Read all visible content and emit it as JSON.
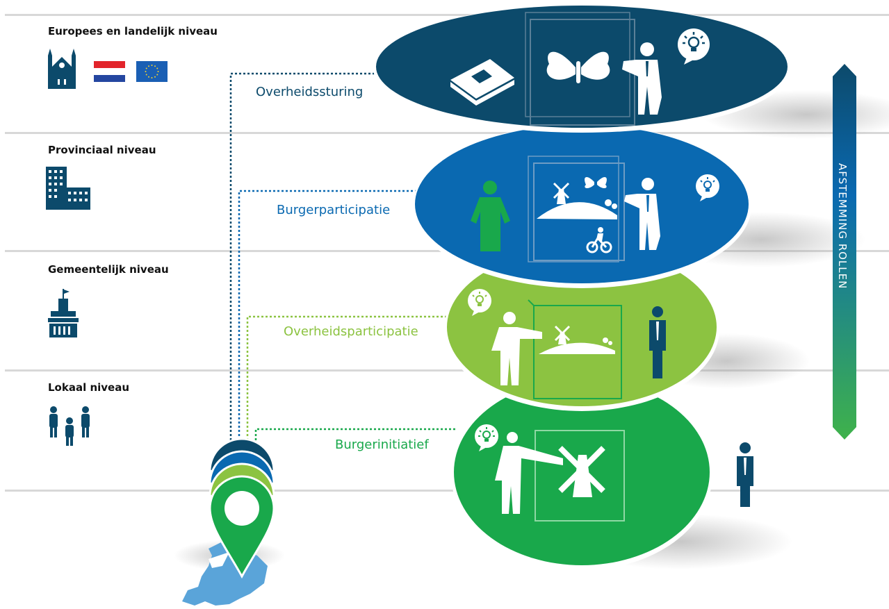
{
  "levels": [
    {
      "title": "Europees en landelijk niveau",
      "icons": [
        "church-icon",
        "netherlands-flag-icon",
        "eu-flag-icon"
      ]
    },
    {
      "title": "Provinciaal niveau",
      "icons": [
        "office-building-icon"
      ]
    },
    {
      "title": "Gemeentelijk niveau",
      "icons": [
        "town-hall-icon"
      ]
    },
    {
      "title": "Lokaal niveau",
      "icons": [
        "people-group-icon"
      ]
    }
  ],
  "stages": [
    {
      "label": "Overheidssturing",
      "color": "#0c4a6b",
      "icons": [
        "law-book-icon",
        "butterfly-icon",
        "presenter-icon",
        "lightbulb-icon"
      ]
    },
    {
      "label": "Burgerparticipatie",
      "color": "#0a69b1",
      "icons": [
        "citizen-icon",
        "landscape-windmill-icon",
        "butterfly-icon",
        "cyclist-icon",
        "presenter-icon",
        "lightbulb-icon"
      ]
    },
    {
      "label": "Overheidsparticipatie",
      "color": "#8cc341",
      "icons": [
        "lightbulb-icon",
        "presenter-icon",
        "landscape-windmill-icon",
        "official-icon"
      ]
    },
    {
      "label": "Burgerinitiatief",
      "color": "#19a84b",
      "icons": [
        "lightbulb-icon",
        "presenter-icon",
        "windmill-icon"
      ]
    }
  ],
  "scale": {
    "label": "AFSTEMMING ROLLEN",
    "top_color": "#0c4a6b",
    "mid_color": "#0a69b1",
    "bottom_color": "#3fb24b"
  },
  "map": {
    "icon": "netherlands-map-icon",
    "pin_colors": [
      "#0c4a6b",
      "#0a69b1",
      "#8cc341",
      "#19a84b"
    ]
  }
}
